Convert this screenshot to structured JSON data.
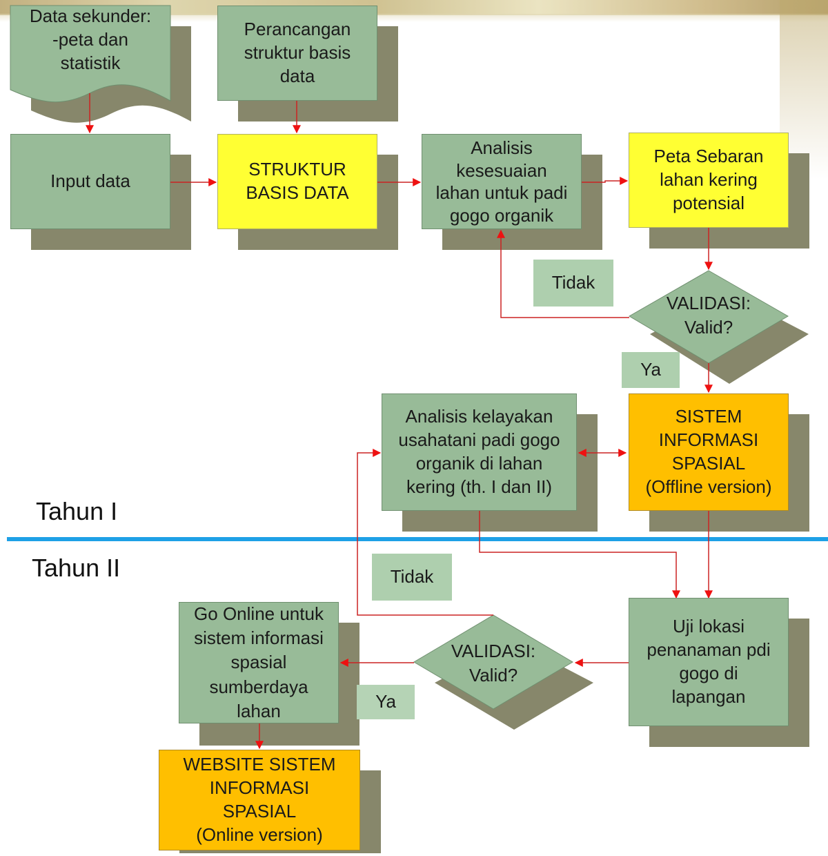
{
  "nodes": {
    "data_sekunder": "Data sekunder:\n-peta dan\nstatistik",
    "perancangan": "Perancangan\nstruktur basis\ndata",
    "input_data": "Input data",
    "struktur": "STRUKTUR\nBASIS DATA",
    "analisis_kesesuaian": "Analisis\nkesesuaian\nlahan untuk padi\ngogo organik",
    "peta_sebaran": "Peta Sebaran\nlahan kering\npotensial",
    "validasi_1": "VALIDASI:\nValid?",
    "tidak_1": "Tidak",
    "ya_1": "Ya",
    "analisis_kelayakan": "Analisis kelayakan\nusahatani padi gogo\norganik di lahan\nkering (th. I dan II)",
    "sistem_offline": "SISTEM\nINFORMASI\nSPASIAL\n(Offline version)",
    "tidak_2": "Tidak",
    "uji_lokasi": "Uji lokasi\npenanaman pdi\ngogo di\nlapangan",
    "validasi_2": "VALIDASI:\nValid?",
    "ya_2": "Ya",
    "go_online": "Go Online untuk\nsistem informasi\nspasial\nsumberdaya\nlahan",
    "website": "WEBSITE SISTEM\nINFORMASI\nSPASIAL\n(Online version)"
  },
  "labels": {
    "tahun_1": "Tahun I",
    "tahun_2": "Tahun II"
  },
  "colors": {
    "box_green": "#98bb98",
    "box_yellow": "#ffff33",
    "box_orange": "#ffbf00",
    "shadow": "#87876b",
    "connector": "#cc2222",
    "divider": "#1ea0e6"
  }
}
